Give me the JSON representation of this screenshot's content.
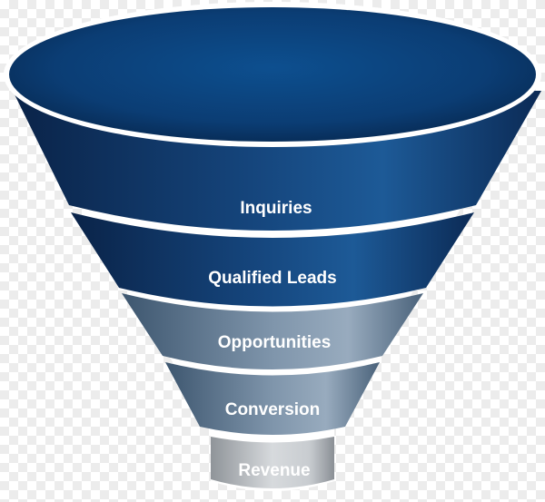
{
  "funnel": {
    "stages": [
      {
        "label": "Inquiries"
      },
      {
        "label": "Qualified Leads"
      },
      {
        "label": "Opportunities"
      },
      {
        "label": "Conversion"
      },
      {
        "label": "Revenue"
      }
    ]
  }
}
